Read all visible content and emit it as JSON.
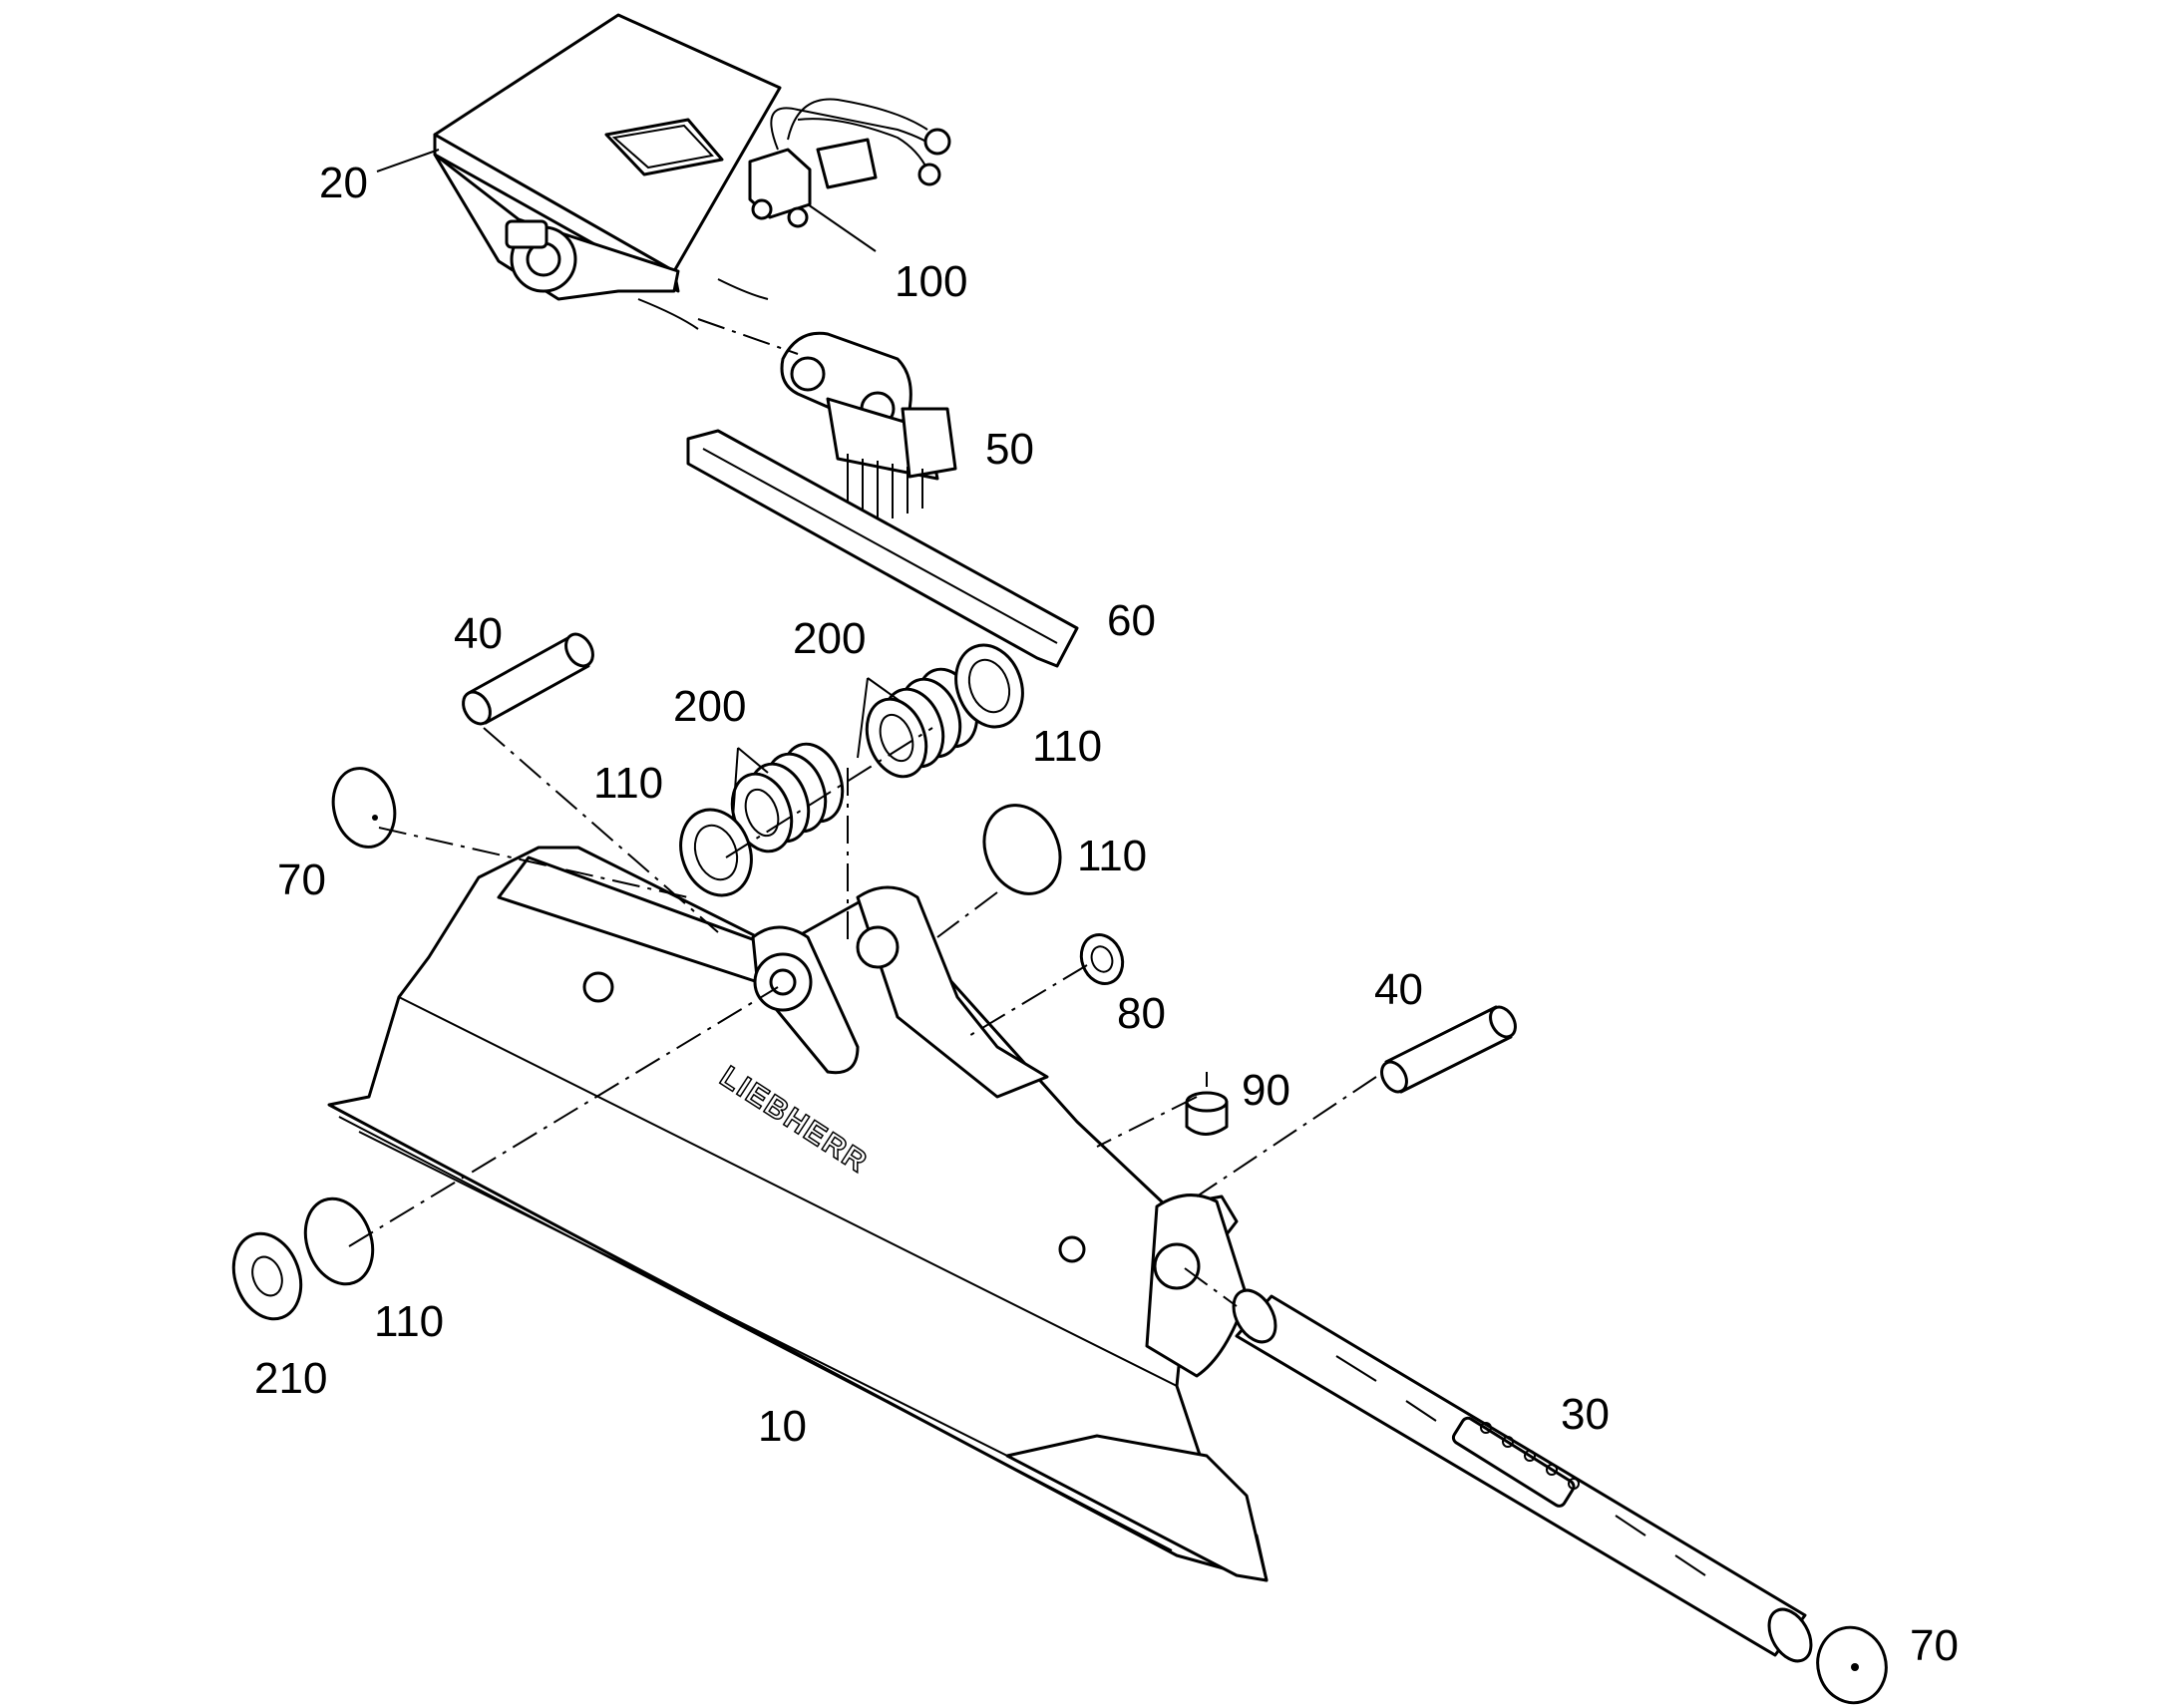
{
  "diagram": {
    "brand_text": "LIEBHERR",
    "callouts": {
      "c10": "10",
      "c20": "20",
      "c30": "30",
      "c40a": "40",
      "c40b": "40",
      "c50": "50",
      "c60": "60",
      "c70a": "70",
      "c70b": "70",
      "c80": "80",
      "c90": "90",
      "c100": "100",
      "c110a": "110",
      "c110b": "110",
      "c110c": "110",
      "c110d": "110",
      "c200a": "200",
      "c200b": "200",
      "c210": "210"
    }
  }
}
